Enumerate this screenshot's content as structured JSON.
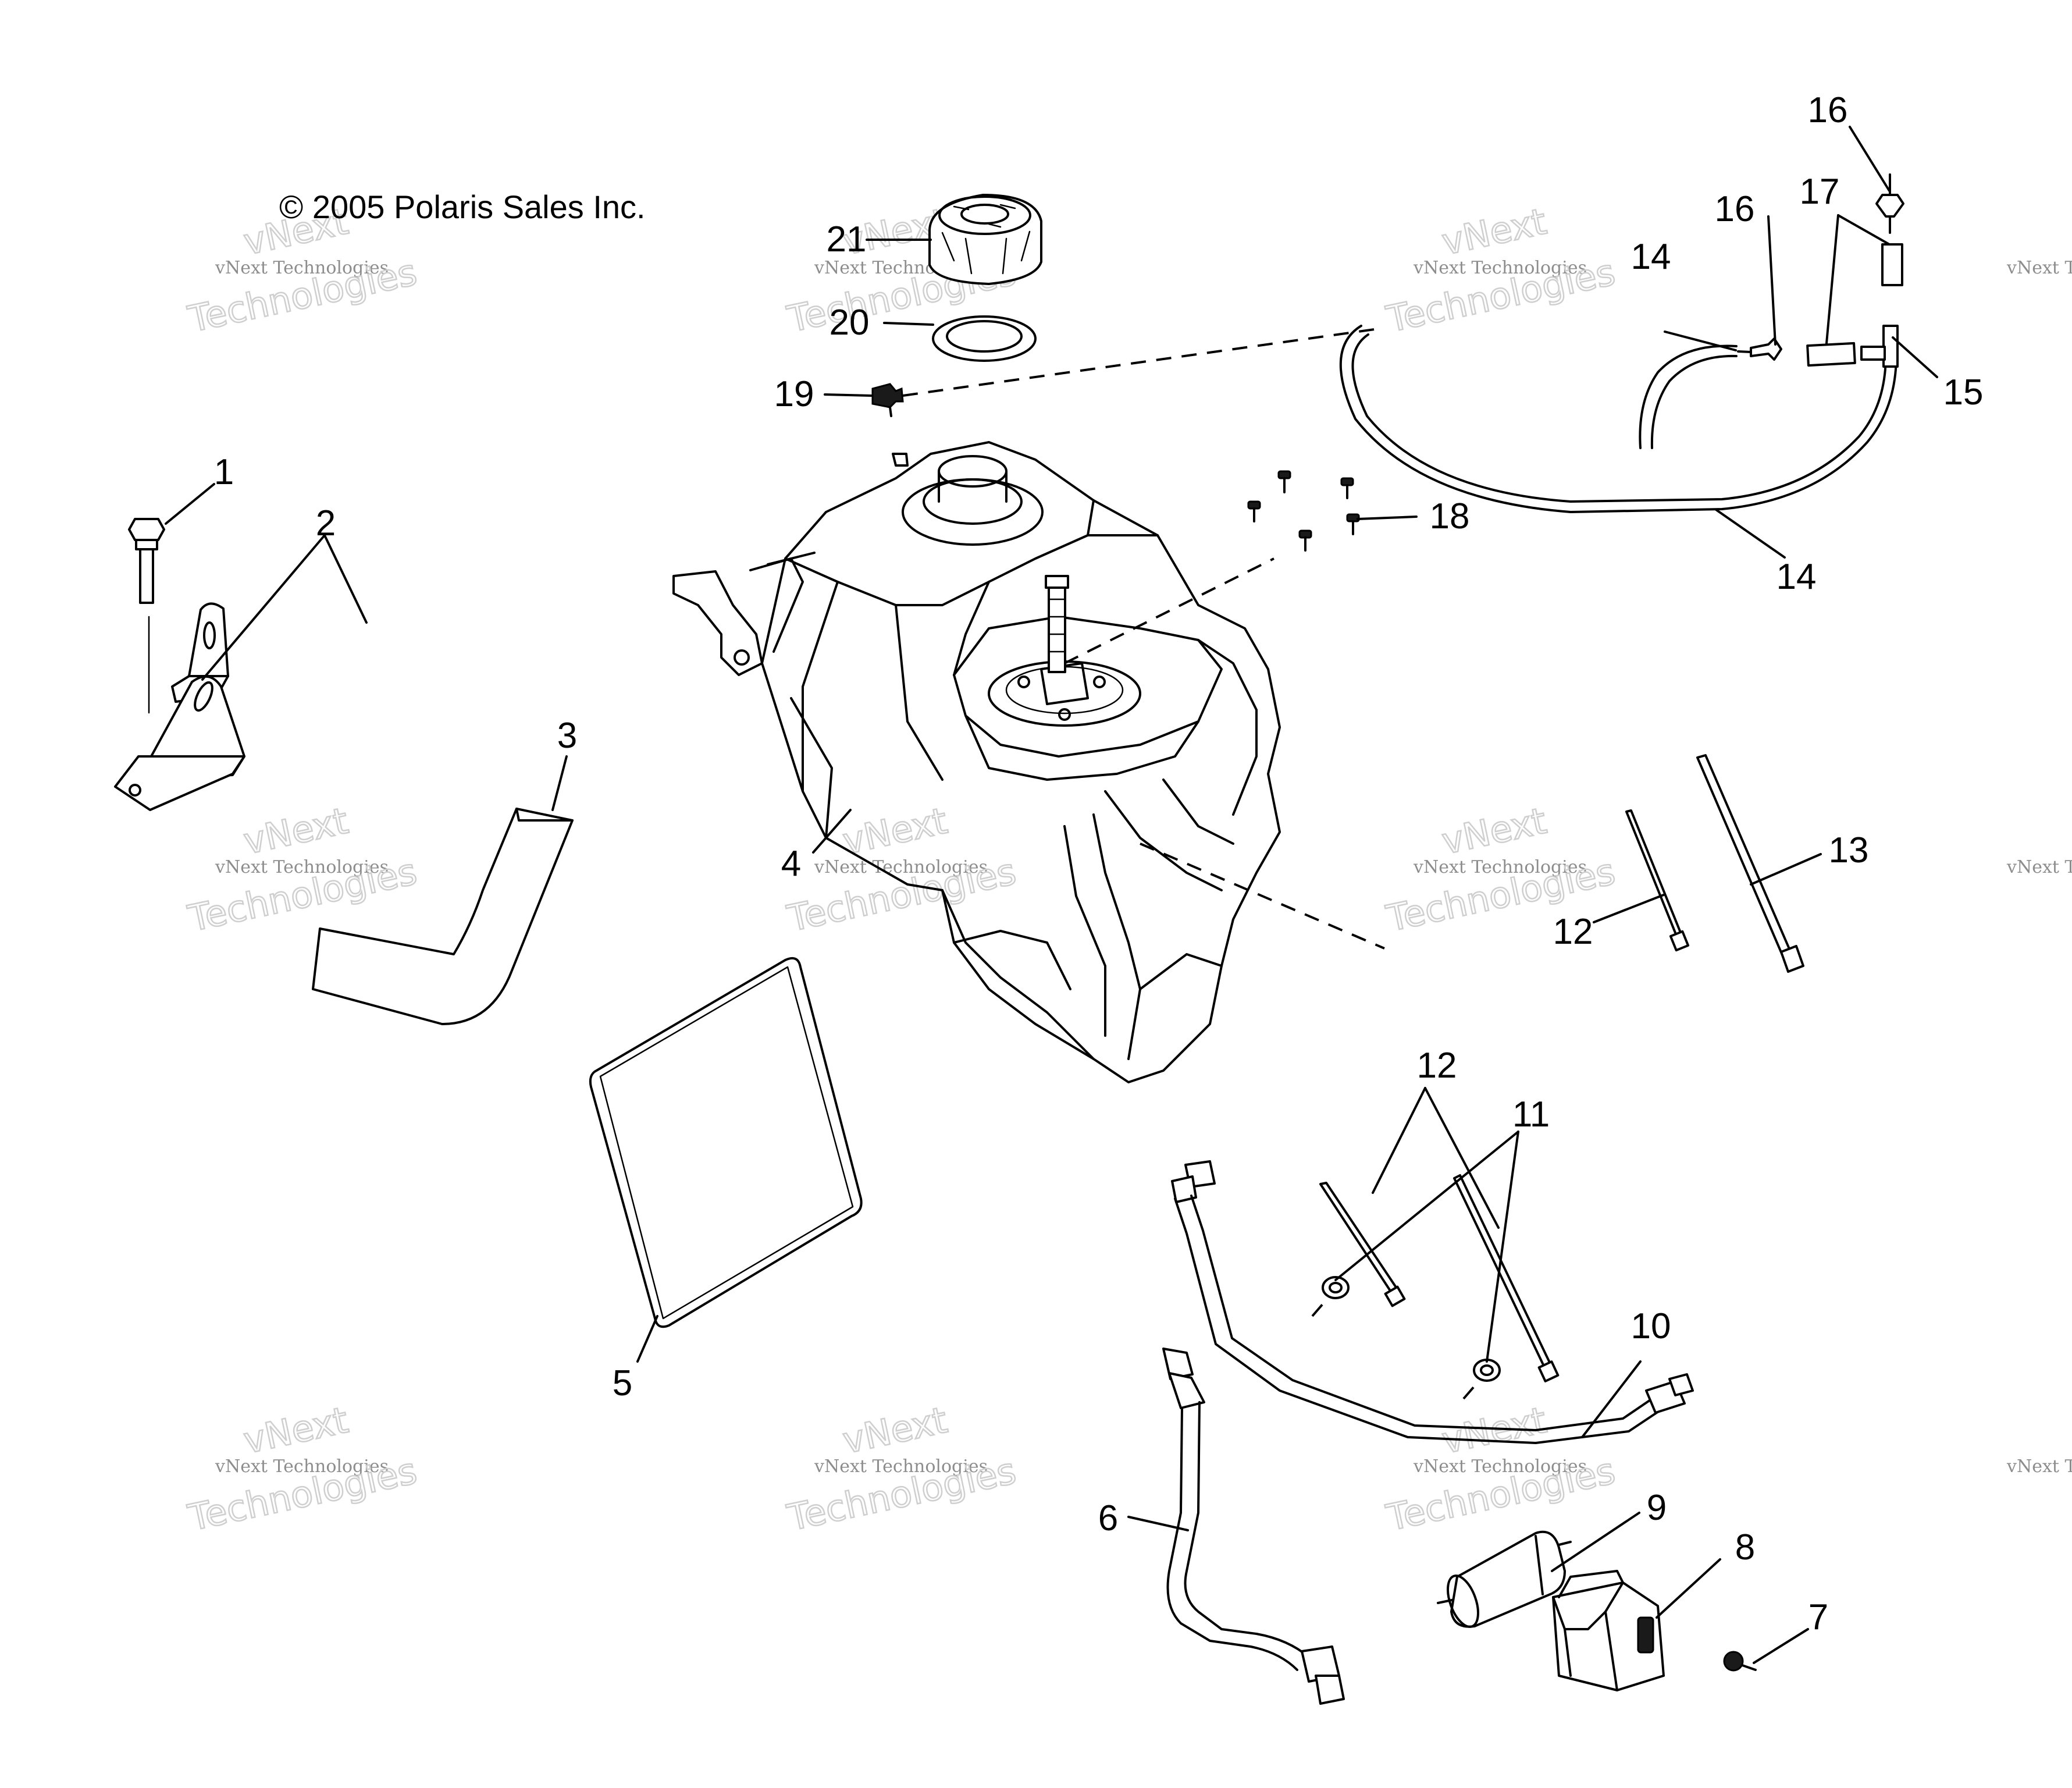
{
  "copyright": "© 2005 Polaris Sales Inc.",
  "watermark": {
    "small": "vNext Technologies",
    "big_top": "vNext",
    "big_bottom": "Technologies"
  },
  "callouts": [
    "1",
    "2",
    "3",
    "4",
    "5",
    "6",
    "7",
    "8",
    "9",
    "10",
    "11",
    "12",
    "12",
    "13",
    "14",
    "14",
    "15",
    "16",
    "16",
    "17",
    "18",
    "19",
    "20",
    "21"
  ]
}
